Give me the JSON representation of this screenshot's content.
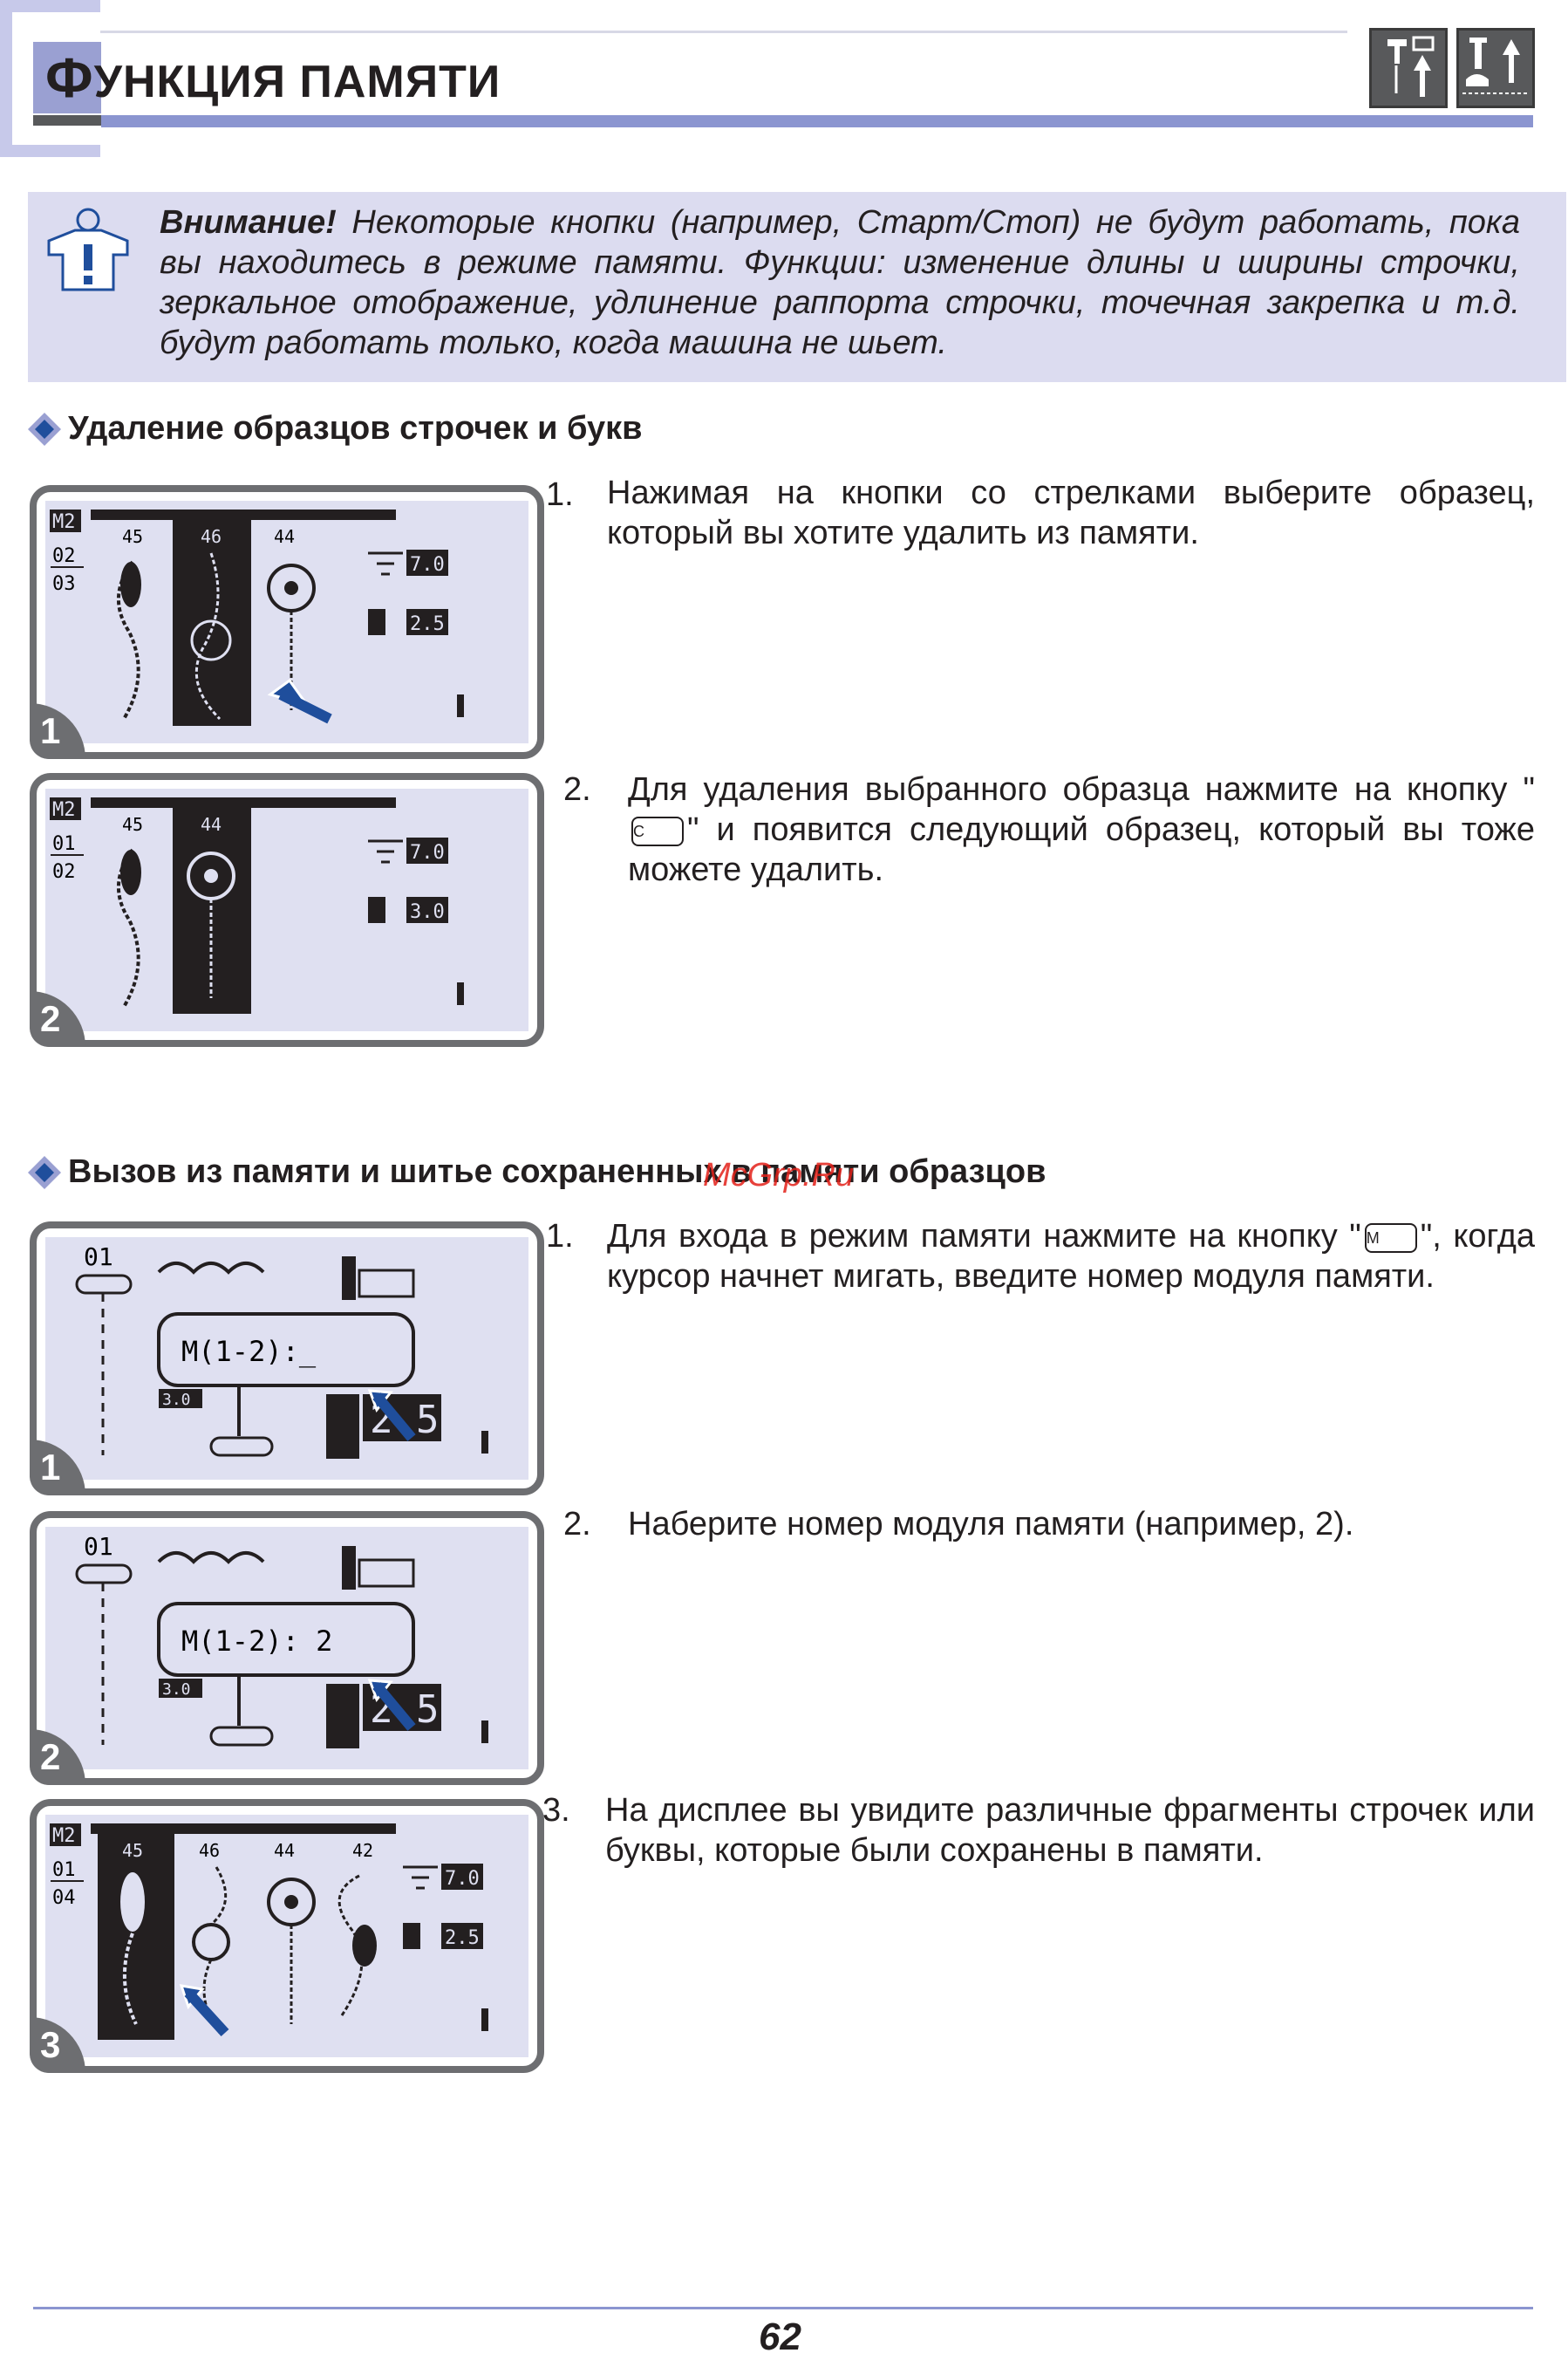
{
  "header": {
    "title_first": "Ф",
    "title_rest": "УНКЦИЯ  ПАМЯТИ"
  },
  "notice": {
    "label": "Внимание!",
    "text": " Некоторые кнопки (например, Старт/Стоп) не будут работать, пока вы находитесь в режиме памяти. Функции: изменение длины и ширины строчки, зеркальное отображение, удлинение раппорта строчки, точечная закрепка и т.д. будут работать только, когда машина не шьет."
  },
  "section1": {
    "title": "Удаление образцов строчек и букв",
    "steps": [
      {
        "num": "1.",
        "text": "Нажимая на кнопки со стрелками выберите образец, который вы хотите удалить из памяти."
      },
      {
        "num": "2.",
        "text_before": "Для удаления выбранного образца нажмите на кнопку \"",
        "button": "C",
        "text_after": "\" и появится следующий образец, который вы тоже можете удалить."
      }
    ],
    "panels": [
      {
        "badge": "1",
        "mode": "M2",
        "counter_top": "02",
        "counter_bottom": "03",
        "patterns": [
          "45",
          "46",
          "44"
        ],
        "length": "7.0",
        "width": "2.5"
      },
      {
        "badge": "2",
        "mode": "M2",
        "counter_top": "01",
        "counter_bottom": "02",
        "patterns": [
          "45",
          "44"
        ],
        "length": "7.0",
        "width": "3.0"
      }
    ]
  },
  "section2": {
    "title": "Вызов из памяти и шитье сохраненных в памяти образцов",
    "steps": [
      {
        "num": "1.",
        "text_before": "Для входа в режим памяти нажмите на кнопку \"",
        "button": "M",
        "text_after": "\", когда курсор начнет мигать, введите номер модуля памяти."
      },
      {
        "num": "2.",
        "text": "Наберите номер модуля памяти (например, 2)."
      },
      {
        "num": "3.",
        "text": "На дисплее вы увидите различные фрагменты строчек или буквы, которые были сохранены в памяти."
      }
    ],
    "panels": [
      {
        "badge": "1",
        "number": "01",
        "prompt": "M(1-2):_",
        "side_value": "2.5",
        "small_value": "3.0"
      },
      {
        "badge": "2",
        "number": "01",
        "prompt": "M(1-2): 2",
        "side_value": "2.5",
        "small_value": "3.0"
      },
      {
        "badge": "3",
        "mode": "M2",
        "counter_top": "01",
        "counter_bottom": "04",
        "patterns": [
          "45",
          "46",
          "44",
          "42"
        ],
        "length": "7.0",
        "width": "2.5"
      }
    ]
  },
  "watermark": "McGrp.Ru",
  "page_number": "62",
  "colors": {
    "accent_blue": "#8b95d0",
    "notice_bg": "#dcdcf0",
    "lcd_bg": "#dfe0f1",
    "frame_gray": "#6d6e71",
    "arrow_blue": "#1f4e9c"
  }
}
